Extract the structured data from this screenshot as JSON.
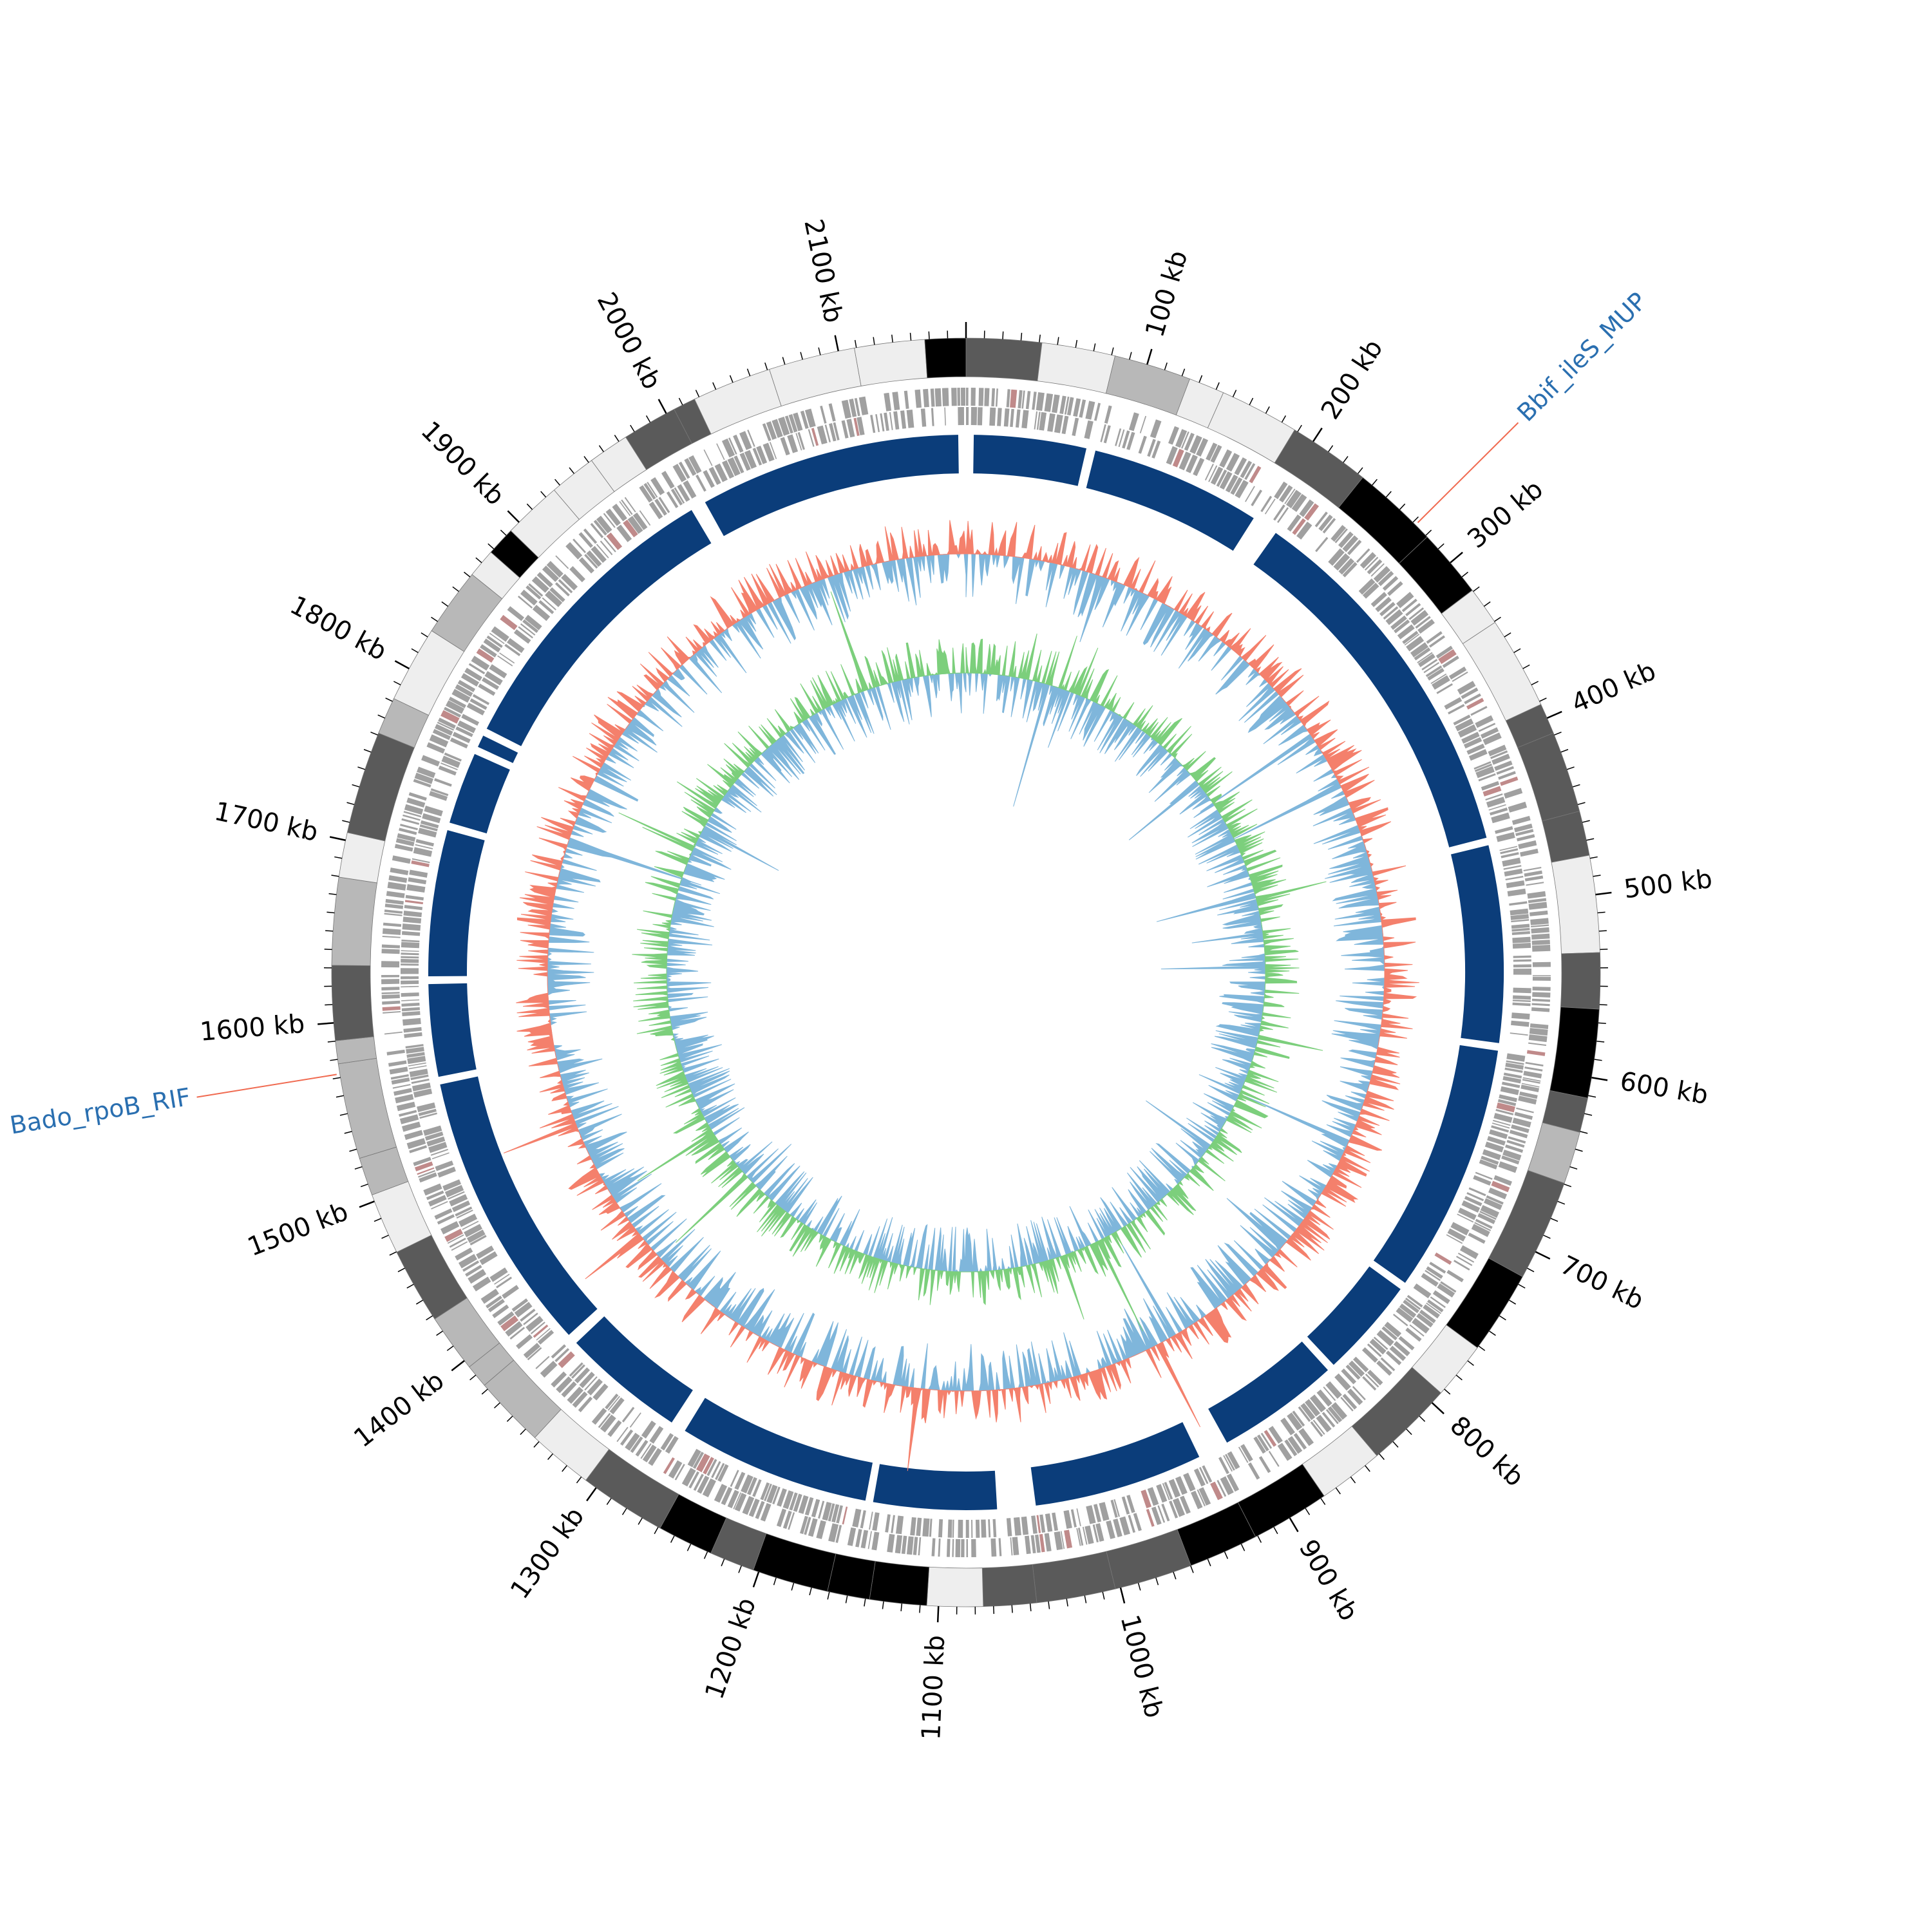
{
  "colors": {
    "background": "#ffffff",
    "band_shades": [
      "#000000",
      "#5a5a5a",
      "#b8b8b8",
      "#eeeeee"
    ],
    "gene_feature": "#a0a0a0",
    "gene_highlight": "#c08a8a",
    "contig_block": "#0b3d7a",
    "skew_positive": "#f4806c",
    "skew_negative": "#7fb6db",
    "gc_positive": "#7ccf7c",
    "gc_negative": "#7fb6db",
    "annotation_text": "#2a6fb0",
    "annotation_line": "#f06a50"
  },
  "chart_data": {
    "type": "circos",
    "genome_length_kb": 2170,
    "major_tick_step_kb": 100,
    "tick_labels": [
      {
        "kb": 100,
        "text": "100 kb"
      },
      {
        "kb": 200,
        "text": "200 kb"
      },
      {
        "kb": 300,
        "text": "300 kb"
      },
      {
        "kb": 400,
        "text": "400 kb"
      },
      {
        "kb": 500,
        "text": "500 kb"
      },
      {
        "kb": 600,
        "text": "600 kb"
      },
      {
        "kb": 700,
        "text": "700 kb"
      },
      {
        "kb": 800,
        "text": "800 kb"
      },
      {
        "kb": 900,
        "text": "900 kb"
      },
      {
        "kb": 1000,
        "text": "1000 kb"
      },
      {
        "kb": 1100,
        "text": "1100 kb"
      },
      {
        "kb": 1200,
        "text": "1200 kb"
      },
      {
        "kb": 1300,
        "text": "1300 kb"
      },
      {
        "kb": 1400,
        "text": "1400 kb"
      },
      {
        "kb": 1500,
        "text": "1500 kb"
      },
      {
        "kb": 1600,
        "text": "1600 kb"
      },
      {
        "kb": 1700,
        "text": "1700 kb"
      },
      {
        "kb": 1800,
        "text": "1800 kb"
      },
      {
        "kb": 1900,
        "text": "1900 kb"
      },
      {
        "kb": 2000,
        "text": "2000 kb"
      },
      {
        "kb": 2100,
        "text": "2100 kb"
      }
    ],
    "annotations": [
      {
        "kb": 272,
        "label": "Bbif_ileS_MUP"
      },
      {
        "kb": 1572,
        "label": "Bado_rpoB_RIF"
      }
    ],
    "contig_blocks": [
      [
        5,
        78
      ],
      [
        84,
        195
      ],
      [
        212,
        455
      ],
      [
        460,
        588
      ],
      [
        593,
        755
      ],
      [
        760,
        825
      ],
      [
        830,
        910
      ],
      [
        930,
        1040
      ],
      [
        1065,
        1145
      ],
      [
        1150,
        1275
      ],
      [
        1285,
        1365
      ],
      [
        1372,
        1555
      ],
      [
        1560,
        1620
      ],
      [
        1625,
        1720
      ],
      [
        1725,
        1772
      ],
      [
        1777,
        1785
      ],
      [
        1790,
        1985
      ],
      [
        1995,
        2165
      ]
    ]
  }
}
